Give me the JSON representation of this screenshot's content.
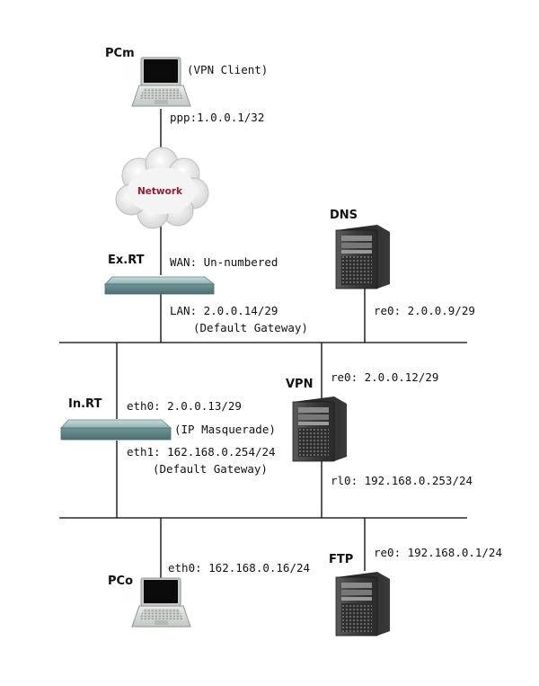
{
  "nodes": {
    "pcm": {
      "label": "PCm",
      "role": "(VPN Client)",
      "iface": "ppp:1.0.0.1/32"
    },
    "network": {
      "label": "Network"
    },
    "ex_rt": {
      "label": "Ex.RT",
      "wan": "WAN: Un-numbered",
      "lan": "LAN: 2.0.0.14/29",
      "lan_note": "(Default Gateway)"
    },
    "dns": {
      "label": "DNS",
      "iface": "re0: 2.0.0.9/29"
    },
    "vpn": {
      "label": "VPN",
      "iface_outer": "re0: 2.0.0.12/29",
      "iface_inner": "rl0: 192.168.0.253/24"
    },
    "in_rt": {
      "label": "In.RT",
      "eth0": "eth0: 2.0.0.13/29",
      "masq": "(IP Masquerade)",
      "eth1": "eth1: 162.168.0.254/24",
      "eth1_note": "(Default Gateway)"
    },
    "pco": {
      "label": "PCo",
      "iface": "eth0: 162.168.0.16/24"
    },
    "ftp": {
      "label": "FTP",
      "iface": "re0: 192.168.0.1/24"
    }
  }
}
